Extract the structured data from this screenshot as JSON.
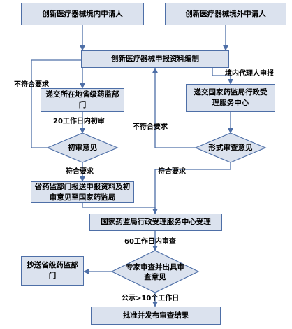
{
  "nodes": {
    "domestic_applicant": "创新医疗器械境内申请人",
    "foreign_applicant": "创新医疗器械境外申请人",
    "compile_materials": "创新医疗器械申报资料编制",
    "submit_provincial": "递交所在地省级药监部门",
    "submit_national_center": "递交国家药监局行政受理服务中心",
    "preliminary_opinion": "初审意见",
    "formal_review_opinion": "形式审查意见",
    "provincial_forward": "省药监部门报送申报资料及初审意见至国家药监局",
    "national_acceptance": "国家药监局行政受理服务中心受理",
    "expert_review_opinion": "专家审查并出具审查意见",
    "cc_provincial": "抄送省级药监部门",
    "approve_publish": "批准并发布审查结果"
  },
  "labels": {
    "noncompliant_left": "不符合要求",
    "domestic_agent": "境内代理人申报",
    "twenty_days": "20工作日内初审",
    "noncompliant_mid": "不符合要求",
    "compliant_left": "符合要求",
    "compliant_right": "符合要求",
    "sixty_days": "60工作日内审查",
    "publicity": "公示>10个工作日"
  }
}
